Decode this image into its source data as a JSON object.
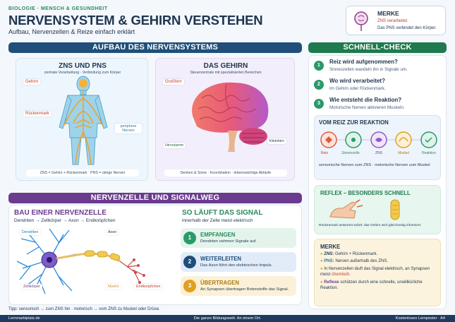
{
  "header": {
    "kicker": "BIOLOGIE · MENSCH & GESUNDHEIT",
    "title": "NERVENSYSTEM & GEHIRN VERSTEHEN",
    "subtitle": "Aufbau, Nervenzellen & Reize einfach erklärt"
  },
  "merke_top": {
    "title": "MERKE",
    "line1": "ZNS verarbeitet.",
    "line2": "Das PNS verbindet den Körper."
  },
  "section1": {
    "bar": "AUFBAU DES NERVENSYSTEMS",
    "zns": {
      "title": "ZNS UND PNS",
      "sub": "zentrale Verarbeitung · Verbindung zum Körper",
      "labels": {
        "gehirn": "Gehirn",
        "rueckenmark": "Rückenmark",
        "nerven": "periphere Nerven"
      },
      "caption": "ZNS = Gehirn + Rückenmark · PNS = übrige Nerven"
    },
    "brain": {
      "title": "DAS GEHIRN",
      "sub": "Steuerzentrale mit spezialisierten Bereichen",
      "labels": {
        "grosshirn": "Großhirn",
        "hirnstamm": "Hirnstamm",
        "kleinhirn": "Kleinhirn"
      },
      "caption": "Denken & Sinne · Koordination · lebenswichtige Abläufe"
    }
  },
  "section2": {
    "bar": "NERVENZELLE UND SIGNALWEG",
    "neuron": {
      "title": "BAU EINER NERVENZELLE",
      "sub": "Dendriten → Zellkörper → Axon → Endknöpfchen",
      "labels": {
        "dendriten": "Dendriten",
        "axon": "Axon",
        "zellkoerper": "Zellkörper",
        "myelin": "Myelin",
        "endknoepfchen": "Endknöpfchen"
      }
    },
    "signal": {
      "title": "SO LÄUFT DAS SIGNAL",
      "sub": "innerhalb der Zelle meist elektrisch",
      "steps": [
        {
          "num": "1",
          "title": "EMPFANGEN",
          "text": "Dendriten nehmen Signale auf."
        },
        {
          "num": "2",
          "title": "WEITERLEITEN",
          "text": "Das Axon führt den elektrischen Impuls."
        },
        {
          "num": "3",
          "title": "ÜBERTRAGEN",
          "text": "An Synapsen übertragen Botenstoffe das Signal."
        }
      ]
    },
    "tip": "Tipp: sensorisch → zum ZNS hin · motorisch → vom ZNS zu Muskel oder Drüse."
  },
  "quick": {
    "bar": "SCHNELL-CHECK",
    "items": [
      {
        "num": "1",
        "q": "Reiz wird aufgenommen?",
        "a": "Sinneszellen wandeln ihn in Signale um."
      },
      {
        "num": "2",
        "q": "Wo wird verarbeitet?",
        "a": "Im Gehirn oder Rückenmark."
      },
      {
        "num": "3",
        "q": "Wie entsteht die Reaktion?",
        "a": "Motorische Nerven aktivieren Muskeln."
      }
    ],
    "chain": {
      "title": "VOM REIZ ZUR REAKTION",
      "nodes": [
        "Reiz",
        "Sinneszelle",
        "ZNS",
        "Muskel",
        "Reaktion"
      ],
      "caption": "sensorische Nerven zum ZNS · motorische Nerven zum Muskel"
    },
    "reflex": {
      "title": "REFLEX – BESONDERS SCHNELL",
      "caption": "Rückenmark antwortet sofort; das Gehirn wird gleichzeitig informiert."
    },
    "merke": {
      "title": "MERKE",
      "l1a": "ZNS:",
      "l1b": "Gehirn + Rückenmark.",
      "l2a": "PNS:",
      "l2b": "Nerven außerhalb des ZNS.",
      "l3": "In Nervenzellen läuft das Signal elektrisch, an Synapsen meist",
      "l3b": "chemisch.",
      "l4a": "Reflexe",
      "l4b": "schützen durch eine schnelle, unwillkürliche Reaktion."
    }
  },
  "footer": {
    "left": "Lernmarktplatz.de",
    "center": "Die ganze Bildungswelt. An einem Ort.",
    "right": "Kostenloses Lernposter · A4"
  }
}
